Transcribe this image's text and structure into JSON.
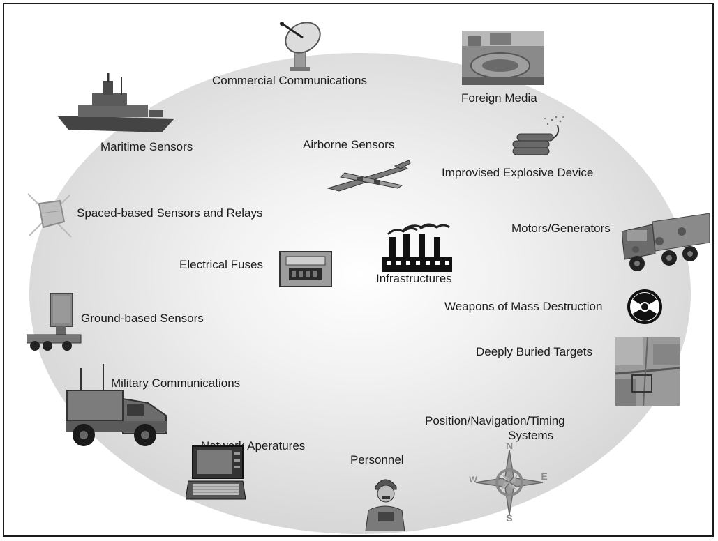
{
  "diagram": {
    "items": [
      {
        "label": "Commercial Communications",
        "icon": "satellite-dish-icon"
      },
      {
        "label": "Foreign Media",
        "icon": "aerial-city-photo"
      },
      {
        "label": "Maritime Sensors",
        "icon": "warship-icon"
      },
      {
        "label": "Airborne Sensors",
        "icon": "cargo-airplane-icon"
      },
      {
        "label": "Improvised Explosive Device",
        "icon": "dynamite-icon"
      },
      {
        "label": "Spaced-based Sensors and Relays",
        "icon": "satellite-icon"
      },
      {
        "label": "Motors/Generators",
        "icon": "military-truck-icon"
      },
      {
        "label": "Infrastructures",
        "icon": "factory-icon"
      },
      {
        "label": "Electrical Fuses",
        "icon": "fuse-box-icon"
      },
      {
        "label": "Weapons of Mass Destruction",
        "icon": "radiation-symbol-icon"
      },
      {
        "label": "Ground-based Sensors",
        "icon": "radar-vehicle-icon"
      },
      {
        "label": "Deeply Buried Targets",
        "icon": "aerial-terrain-photo"
      },
      {
        "label": "Military Communications",
        "icon": "humvee-icon"
      },
      {
        "label": "Position/Navigation/Timing",
        "label2": "Systems",
        "icon": "compass-rose-icon"
      },
      {
        "label": "Network Aperatures",
        "icon": "laptop-terminal-icon"
      },
      {
        "label": "Personnel",
        "icon": "soldier-icon"
      }
    ],
    "compass": {
      "n": "N",
      "e": "E",
      "s": "S",
      "w": "W"
    }
  }
}
